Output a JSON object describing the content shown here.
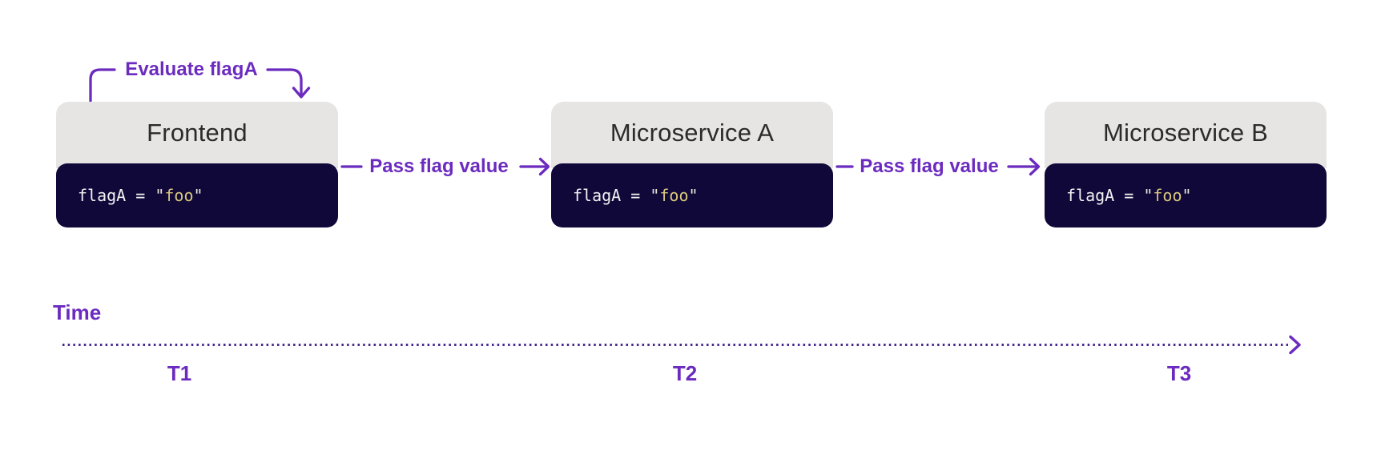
{
  "colors": {
    "accent_purple": "#6b2bbf",
    "timeline_dots": "#45278f",
    "node_header_bg": "#e6e5e4",
    "node_header_text": "#2b2b2b",
    "code_bg": "#100839",
    "code_text": "#f2f2f2",
    "code_string": "#d9c87c",
    "canvas_bg": "#ffffff"
  },
  "annotation": {
    "label": "Evaluate flagA"
  },
  "nodes": [
    {
      "title": "Frontend",
      "code": {
        "lhs": "flagA = ",
        "quote": "\"",
        "value": "foo"
      }
    },
    {
      "title": "Microservice A",
      "code": {
        "lhs": "flagA = ",
        "quote": "\"",
        "value": "foo"
      }
    },
    {
      "title": "Microservice B",
      "code": {
        "lhs": "flagA = ",
        "quote": "\"",
        "value": "foo"
      }
    }
  ],
  "connectors": [
    {
      "label": "Pass flag value"
    },
    {
      "label": "Pass flag value"
    }
  ],
  "timeline": {
    "label": "Time",
    "ticks": [
      {
        "label": "T1"
      },
      {
        "label": "T2"
      },
      {
        "label": "T3"
      }
    ]
  }
}
